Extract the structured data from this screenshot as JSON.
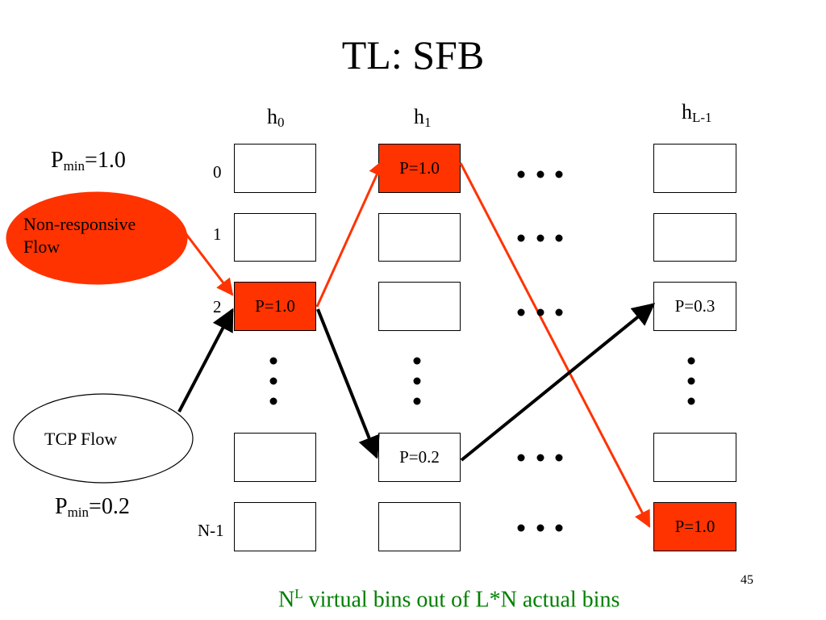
{
  "title": "TL: SFB",
  "columns": {
    "h0": {
      "base": "h",
      "sub": "0"
    },
    "h1": {
      "base": "h",
      "sub": "1"
    },
    "hL": {
      "base": "h",
      "sub": "L-1"
    }
  },
  "rows": [
    "0",
    "1",
    "2",
    "N-1"
  ],
  "bins": {
    "c0_r2": "P=1.0",
    "c1_r0": "P=1.0",
    "c1_r4": "P=0.2",
    "c2_r2": "P=0.3",
    "c2_r5": "P=1.0"
  },
  "flows": {
    "nonresponsive": {
      "line1": "Non-responsive",
      "line2": "Flow",
      "pmin_base": "P",
      "pmin_sub": "min",
      "pmin_value": "=1.0"
    },
    "tcp": {
      "label": "TCP Flow",
      "pmin_base": "P",
      "pmin_sub": "min",
      "pmin_value": "=0.2"
    }
  },
  "footer": {
    "n": "N",
    "sup": "L",
    "text": " virtual bins out of  L*N actual bins"
  },
  "page_number": "45",
  "colors": {
    "hot": "#ff3300",
    "arrow_red": "#ff3300",
    "arrow_black": "#000000",
    "footer": "#008000"
  }
}
